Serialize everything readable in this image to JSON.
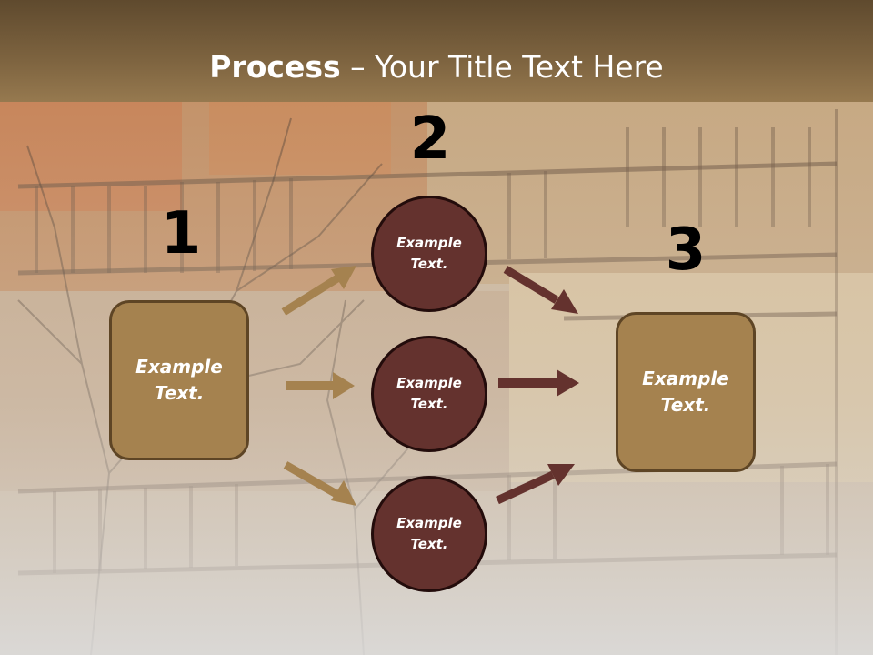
{
  "slide": {
    "title_bold": "Process",
    "title_rest": " – Your Title Text Here"
  },
  "steps": {
    "step1": {
      "number": "1",
      "line1": "Example",
      "line2": "Text."
    },
    "step2": {
      "number": "2"
    },
    "step3": {
      "number": "3",
      "line1": "Example",
      "line2": "Text."
    }
  },
  "circles": [
    {
      "line1": "Example",
      "line2": "Text."
    },
    {
      "line1": "Example",
      "line2": "Text."
    },
    {
      "line1": "Example",
      "line2": "Text."
    }
  ],
  "colors": {
    "box_fill": "#a5824f",
    "circle_fill": "#64322e",
    "arrow_left": "#a5824f",
    "arrow_right": "#64322e",
    "header": "#6e5635"
  }
}
